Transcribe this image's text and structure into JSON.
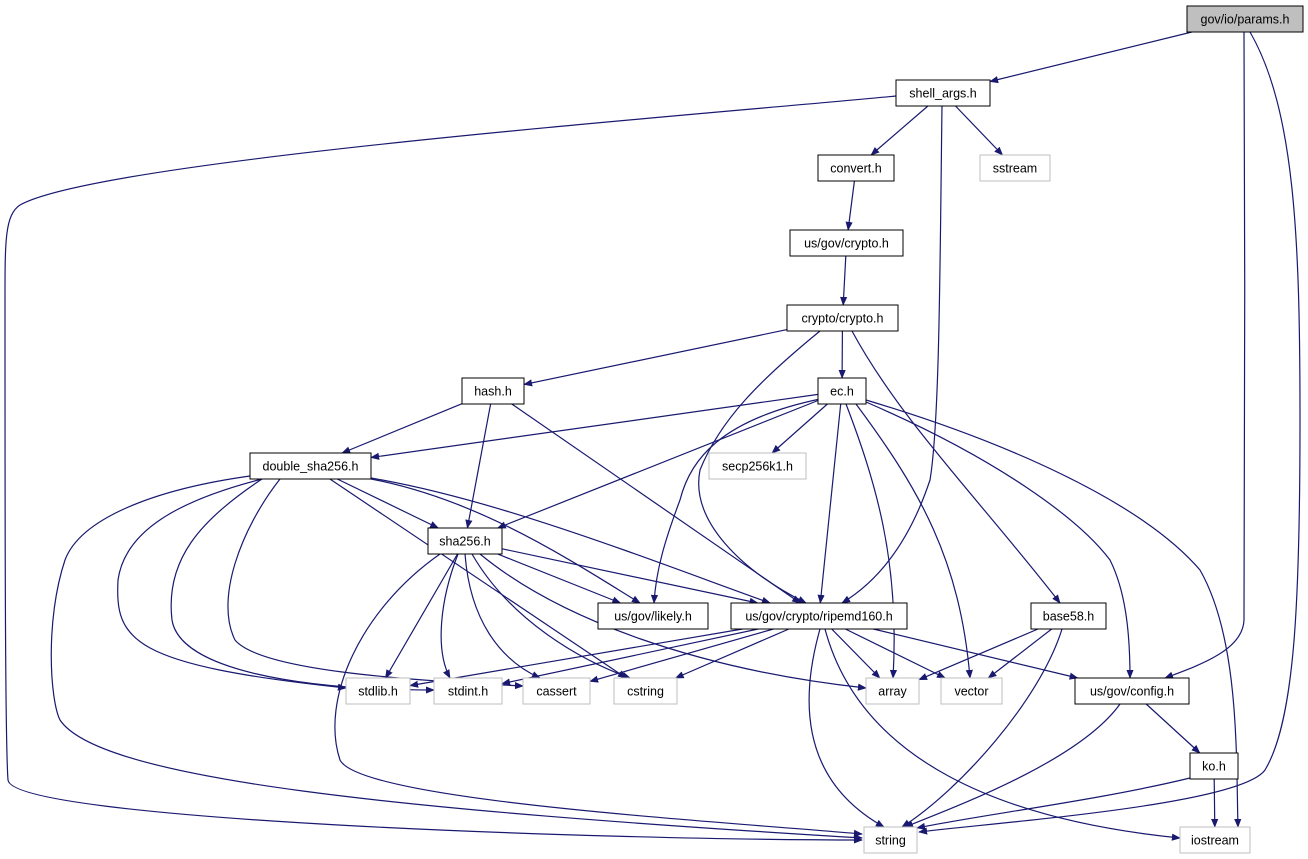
{
  "colors": {
    "edge": "#191970",
    "root_fill": "#bfbfbf",
    "node_fill": "#ffffff",
    "node_border": "#000000",
    "external_border": "#bfbfbf",
    "external_text": "#404040"
  },
  "nodes": [
    {
      "id": "params",
      "label": "gov/io/params.h",
      "kind": "root"
    },
    {
      "id": "shell_args",
      "label": "shell_args.h",
      "kind": "file"
    },
    {
      "id": "convert",
      "label": "convert.h",
      "kind": "file"
    },
    {
      "id": "sstream",
      "label": "sstream",
      "kind": "external"
    },
    {
      "id": "usgovcrypto",
      "label": "us/gov/crypto.h",
      "kind": "file"
    },
    {
      "id": "cryptocrypto",
      "label": "crypto/crypto.h",
      "kind": "file"
    },
    {
      "id": "hash",
      "label": "hash.h",
      "kind": "file"
    },
    {
      "id": "ec",
      "label": "ec.h",
      "kind": "file"
    },
    {
      "id": "double_sha256",
      "label": "double_sha256.h",
      "kind": "file"
    },
    {
      "id": "secp256k1",
      "label": "secp256k1.h",
      "kind": "external"
    },
    {
      "id": "sha256",
      "label": "sha256.h",
      "kind": "file"
    },
    {
      "id": "likely",
      "label": "us/gov/likely.h",
      "kind": "file"
    },
    {
      "id": "ripemd160",
      "label": "us/gov/crypto/ripemd160.h",
      "kind": "file"
    },
    {
      "id": "base58",
      "label": "base58.h",
      "kind": "file"
    },
    {
      "id": "stdlib",
      "label": "stdlib.h",
      "kind": "external"
    },
    {
      "id": "stdint",
      "label": "stdint.h",
      "kind": "external"
    },
    {
      "id": "cassert",
      "label": "cassert",
      "kind": "external"
    },
    {
      "id": "cstring",
      "label": "cstring",
      "kind": "external"
    },
    {
      "id": "array",
      "label": "array",
      "kind": "external"
    },
    {
      "id": "vector",
      "label": "vector",
      "kind": "external"
    },
    {
      "id": "config",
      "label": "us/gov/config.h",
      "kind": "file"
    },
    {
      "id": "ko",
      "label": "ko.h",
      "kind": "file"
    },
    {
      "id": "string",
      "label": "string",
      "kind": "external"
    },
    {
      "id": "iostream",
      "label": "iostream",
      "kind": "external"
    }
  ],
  "edges": [
    [
      "params",
      "shell_args"
    ],
    [
      "params",
      "config"
    ],
    [
      "params",
      "string"
    ],
    [
      "shell_args",
      "string"
    ],
    [
      "shell_args",
      "convert"
    ],
    [
      "shell_args",
      "ripemd160"
    ],
    [
      "shell_args",
      "sstream"
    ],
    [
      "convert",
      "usgovcrypto"
    ],
    [
      "usgovcrypto",
      "cryptocrypto"
    ],
    [
      "cryptocrypto",
      "hash"
    ],
    [
      "cryptocrypto",
      "ripemd160"
    ],
    [
      "cryptocrypto",
      "ec"
    ],
    [
      "cryptocrypto",
      "base58"
    ],
    [
      "hash",
      "double_sha256"
    ],
    [
      "hash",
      "sha256"
    ],
    [
      "hash",
      "ripemd160"
    ],
    [
      "ec",
      "double_sha256"
    ],
    [
      "ec",
      "secp256k1"
    ],
    [
      "ec",
      "sha256"
    ],
    [
      "ec",
      "likely"
    ],
    [
      "ec",
      "ripemd160"
    ],
    [
      "ec",
      "array"
    ],
    [
      "ec",
      "vector"
    ],
    [
      "ec",
      "config"
    ],
    [
      "ec",
      "iostream"
    ],
    [
      "double_sha256",
      "string"
    ],
    [
      "double_sha256",
      "stdlib"
    ],
    [
      "double_sha256",
      "stdint"
    ],
    [
      "double_sha256",
      "cassert"
    ],
    [
      "double_sha256",
      "sha256"
    ],
    [
      "double_sha256",
      "cstring"
    ],
    [
      "double_sha256",
      "likely"
    ],
    [
      "double_sha256",
      "ripemd160"
    ],
    [
      "sha256",
      "string"
    ],
    [
      "sha256",
      "stdlib"
    ],
    [
      "sha256",
      "stdint"
    ],
    [
      "sha256",
      "cassert"
    ],
    [
      "sha256",
      "cstring"
    ],
    [
      "sha256",
      "array"
    ],
    [
      "sha256",
      "likely"
    ],
    [
      "sha256",
      "ripemd160"
    ],
    [
      "ripemd160",
      "stdlib"
    ],
    [
      "ripemd160",
      "stdint"
    ],
    [
      "ripemd160",
      "cassert"
    ],
    [
      "ripemd160",
      "cstring"
    ],
    [
      "ripemd160",
      "array"
    ],
    [
      "ripemd160",
      "vector"
    ],
    [
      "ripemd160",
      "string"
    ],
    [
      "ripemd160",
      "iostream"
    ],
    [
      "ripemd160",
      "config"
    ],
    [
      "base58",
      "array"
    ],
    [
      "base58",
      "vector"
    ],
    [
      "base58",
      "string"
    ],
    [
      "config",
      "string"
    ],
    [
      "config",
      "ko"
    ],
    [
      "ko",
      "string"
    ],
    [
      "ko",
      "iostream"
    ]
  ]
}
